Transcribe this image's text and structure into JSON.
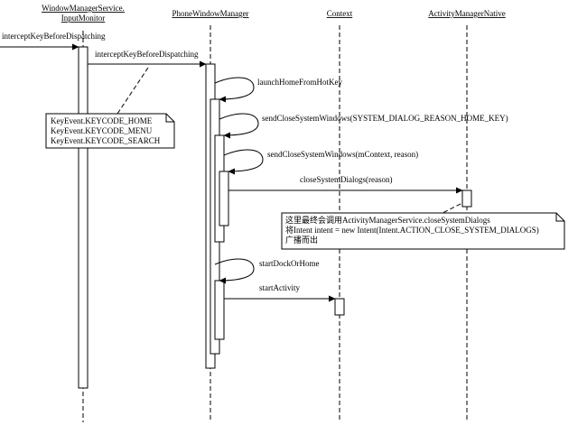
{
  "participants": [
    {
      "id": "wms",
      "lines": [
        "WindowManagerService.",
        "InputMonitor"
      ]
    },
    {
      "id": "pwm",
      "lines": [
        "PhoneWindowManager"
      ]
    },
    {
      "id": "ctx",
      "lines": [
        "Context"
      ]
    },
    {
      "id": "amn",
      "lines": [
        "ActivityManagerNative"
      ]
    }
  ],
  "messages": {
    "entry": "interceptKeyBeforeDispatching",
    "m1": "interceptKeyBeforeDispatching",
    "self1": "launchHomeFromHotKey",
    "self2": "sendCloseSystemWindows(SYSTEM_DIALOG_REASON_HOME_KEY)",
    "self3": "sendCloseSystemWindows(mContext, reason)",
    "m2": "closeSystemDialogs(reason)",
    "self4": "startDockOrHome",
    "m3": "startActivity"
  },
  "notes": {
    "keys": [
      "KeyEvent.KEYCODE_HOME",
      "KeyEvent.KEYCODE_MENU",
      "KeyEvent.KEYCODE_SEARCH"
    ],
    "broadcast": [
      "这里最终会调用ActivityManagerService.closeSystemDialogs",
      "将Intent intent = new Intent(Intent.ACTION_CLOSE_SYSTEM_DIALOGS)",
      "广播而出"
    ]
  }
}
